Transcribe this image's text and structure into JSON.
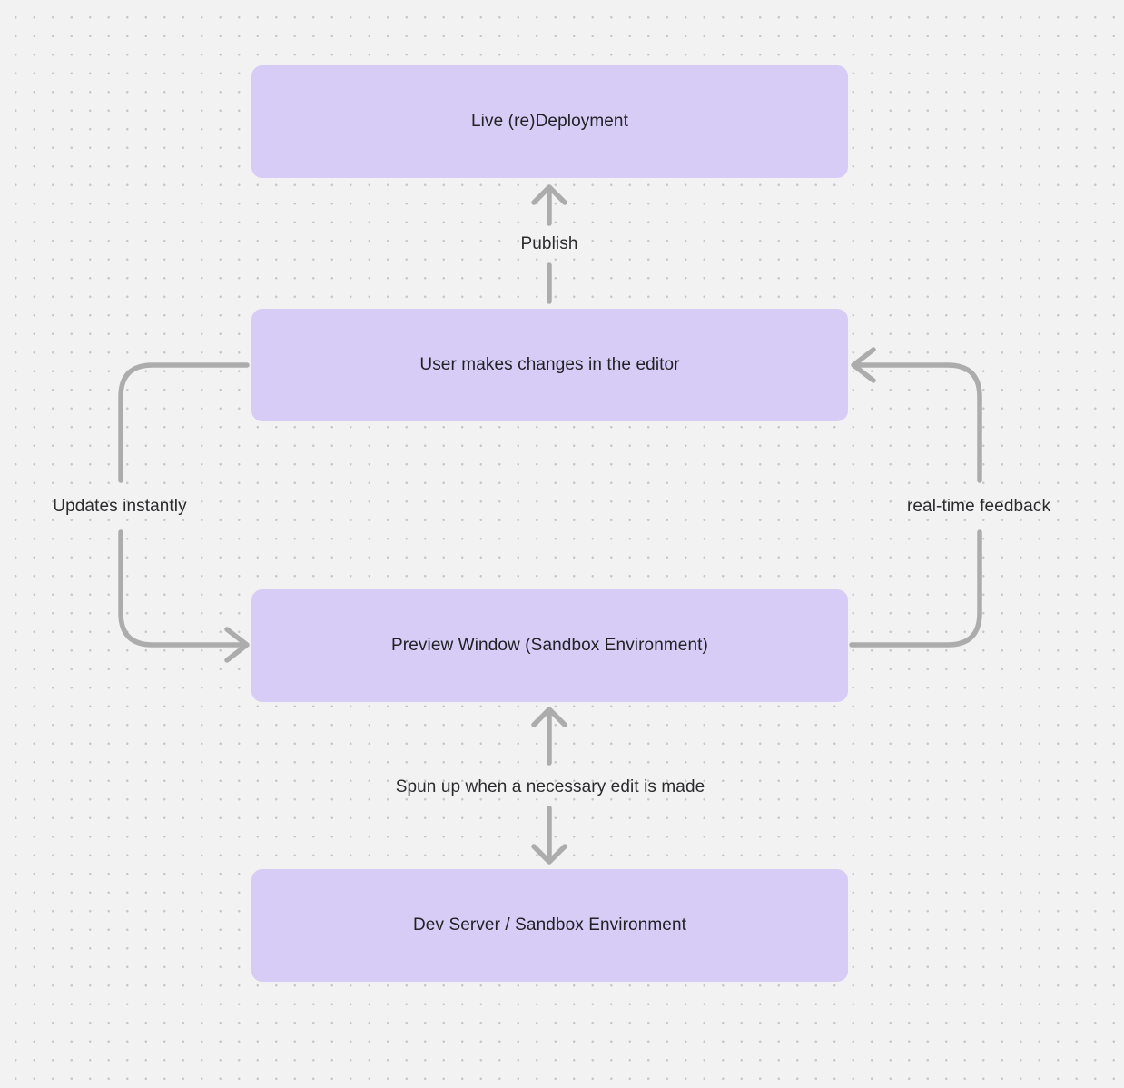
{
  "diagram": {
    "background_color": "#F2F2F2",
    "dot_color": "#C7C7C7",
    "node_fill_color": "#D7CCF5",
    "node_text_color": "#212126",
    "arrow_color": "#ACACAC",
    "nodes": [
      {
        "id": "live-redeployment",
        "label": "Live (re)Deployment"
      },
      {
        "id": "editor-changes",
        "label": "User makes changes in the editor"
      },
      {
        "id": "preview-window",
        "label": "Preview Window (Sandbox Environment)"
      },
      {
        "id": "dev-server",
        "label": "Dev Server / Sandbox Environment"
      }
    ],
    "edges": [
      {
        "id": "publish",
        "label": "Publish",
        "from": "editor-changes",
        "to": "live-redeployment",
        "direction": "up"
      },
      {
        "id": "updates-instantly",
        "label": "Updates instantly",
        "from": "editor-changes",
        "to": "preview-window",
        "direction": "left-down"
      },
      {
        "id": "real-time-feedback",
        "label": "real-time feedback",
        "from": "preview-window",
        "to": "editor-changes",
        "direction": "right-up"
      },
      {
        "id": "spun-up",
        "label": "Spun up when a necessary edit is made",
        "from": "dev-server",
        "to": "preview-window",
        "direction": "bidirectional"
      }
    ]
  }
}
